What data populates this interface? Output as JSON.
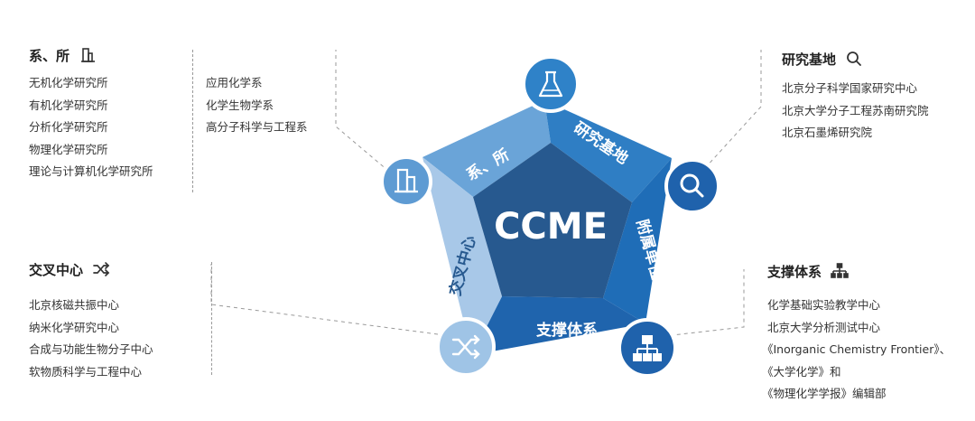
{
  "center": {
    "label": "CCME"
  },
  "segments": {
    "top_left": "系、所",
    "top_right": "研究基地",
    "right": "附属单位",
    "bottom": "支撑体系",
    "left": "交叉中心"
  },
  "colors": {
    "center": "#27598f",
    "seg_top_left": "#6aa4d8",
    "seg_top_right": "#2f7ec4",
    "seg_right": "#1f6db7",
    "seg_bottom": "#1f64ad",
    "seg_left": "#a8c8e8",
    "node_light": "#5e9bd3",
    "node_mid": "#2f82c8",
    "node_dark": "#1f62ac",
    "node_pale": "#9fc4e6"
  },
  "departments": {
    "title": "系、所",
    "title_icon": "building-icon",
    "col1": [
      "无机化学研究所",
      "有机化学研究所",
      "分析化学研究所",
      "物理化学研究所",
      "理论与计算机化学研究所"
    ],
    "col2": [
      "应用化学系",
      "化学生物学系",
      "高分子科学与工程系"
    ]
  },
  "research_bases": {
    "title": "研究基地",
    "title_icon": "search-icon",
    "items": [
      "北京分子科学国家研究中心",
      "北京大学分子工程苏南研究院",
      "北京石墨烯研究院"
    ]
  },
  "cross_centers": {
    "title": "交叉中心",
    "title_icon": "shuffle-icon",
    "items": [
      "北京核磁共振中心",
      "纳米化学研究中心",
      "合成与功能生物分子中心",
      "软物质科学与工程中心"
    ]
  },
  "support": {
    "title": "支撑体系",
    "title_icon": "hierarchy-icon",
    "items": [
      "化学基础实验教学中心",
      "北京大学分析测试中心",
      "《Inorganic Chemistry Frontier》、",
      "《大学化学》和",
      "《物理化学学报》编辑部"
    ]
  }
}
